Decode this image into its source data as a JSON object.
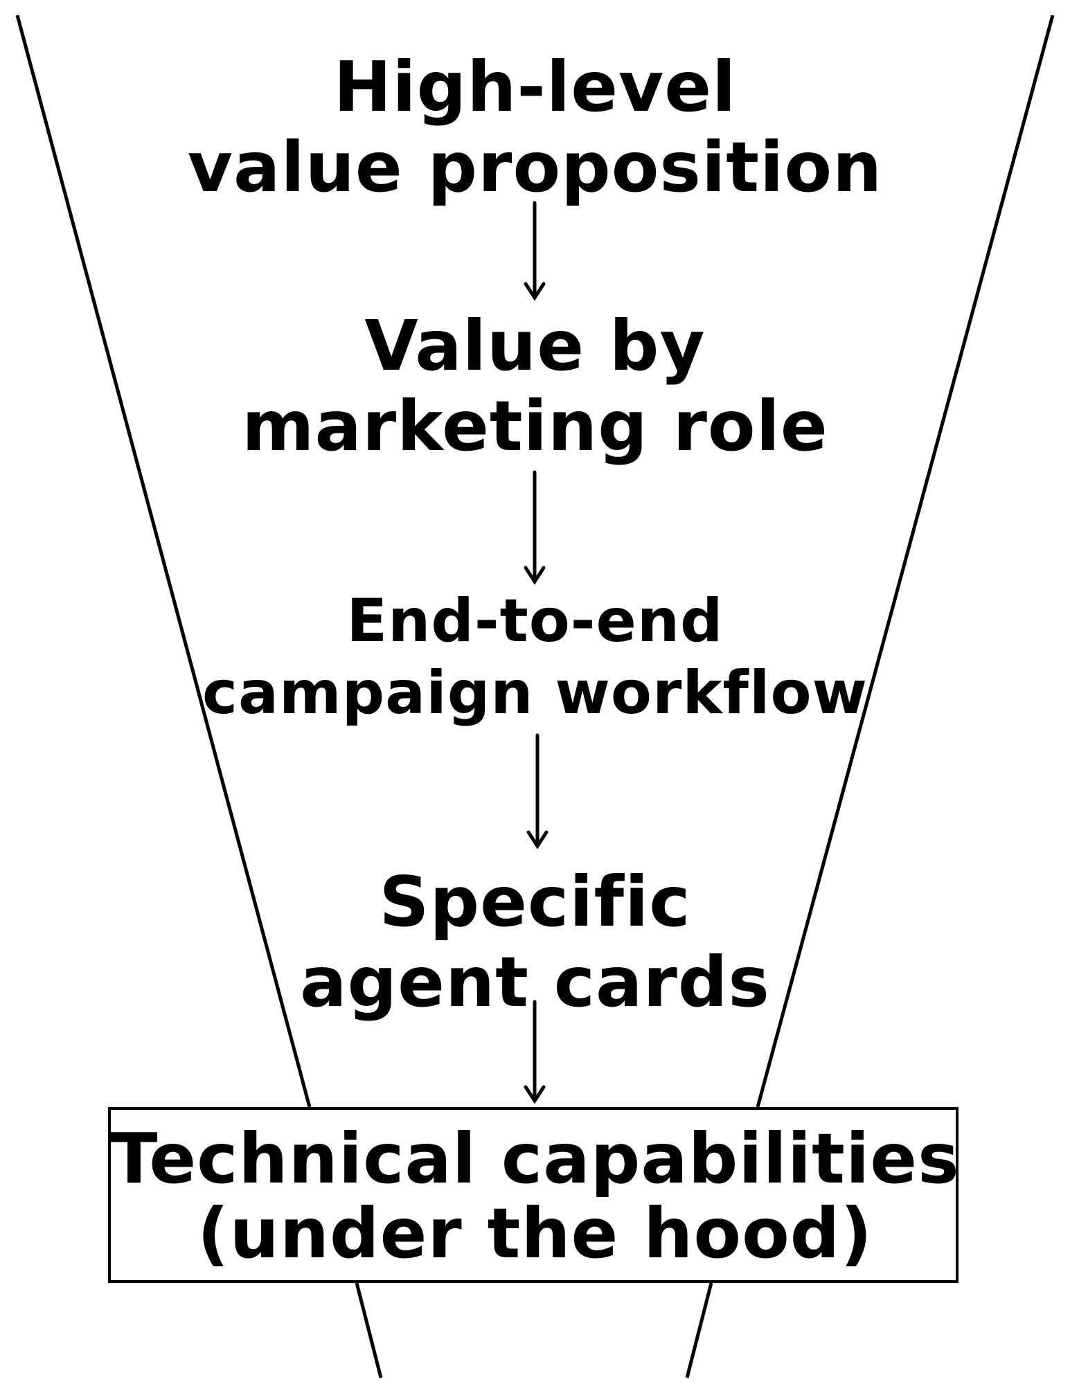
{
  "diagram": {
    "stages": [
      {
        "lines": [
          "High-level",
          "value proposition"
        ]
      },
      {
        "lines": [
          "Value by",
          "marketing role"
        ]
      },
      {
        "lines": [
          "End-to-end",
          "campaign workflow"
        ]
      },
      {
        "lines": [
          "Specific",
          "agent cards"
        ]
      },
      {
        "lines": [
          "Technical capabilities",
          "(under the hood)"
        ]
      }
    ],
    "line_color": "#000000",
    "background_color": "#ffffff"
  }
}
